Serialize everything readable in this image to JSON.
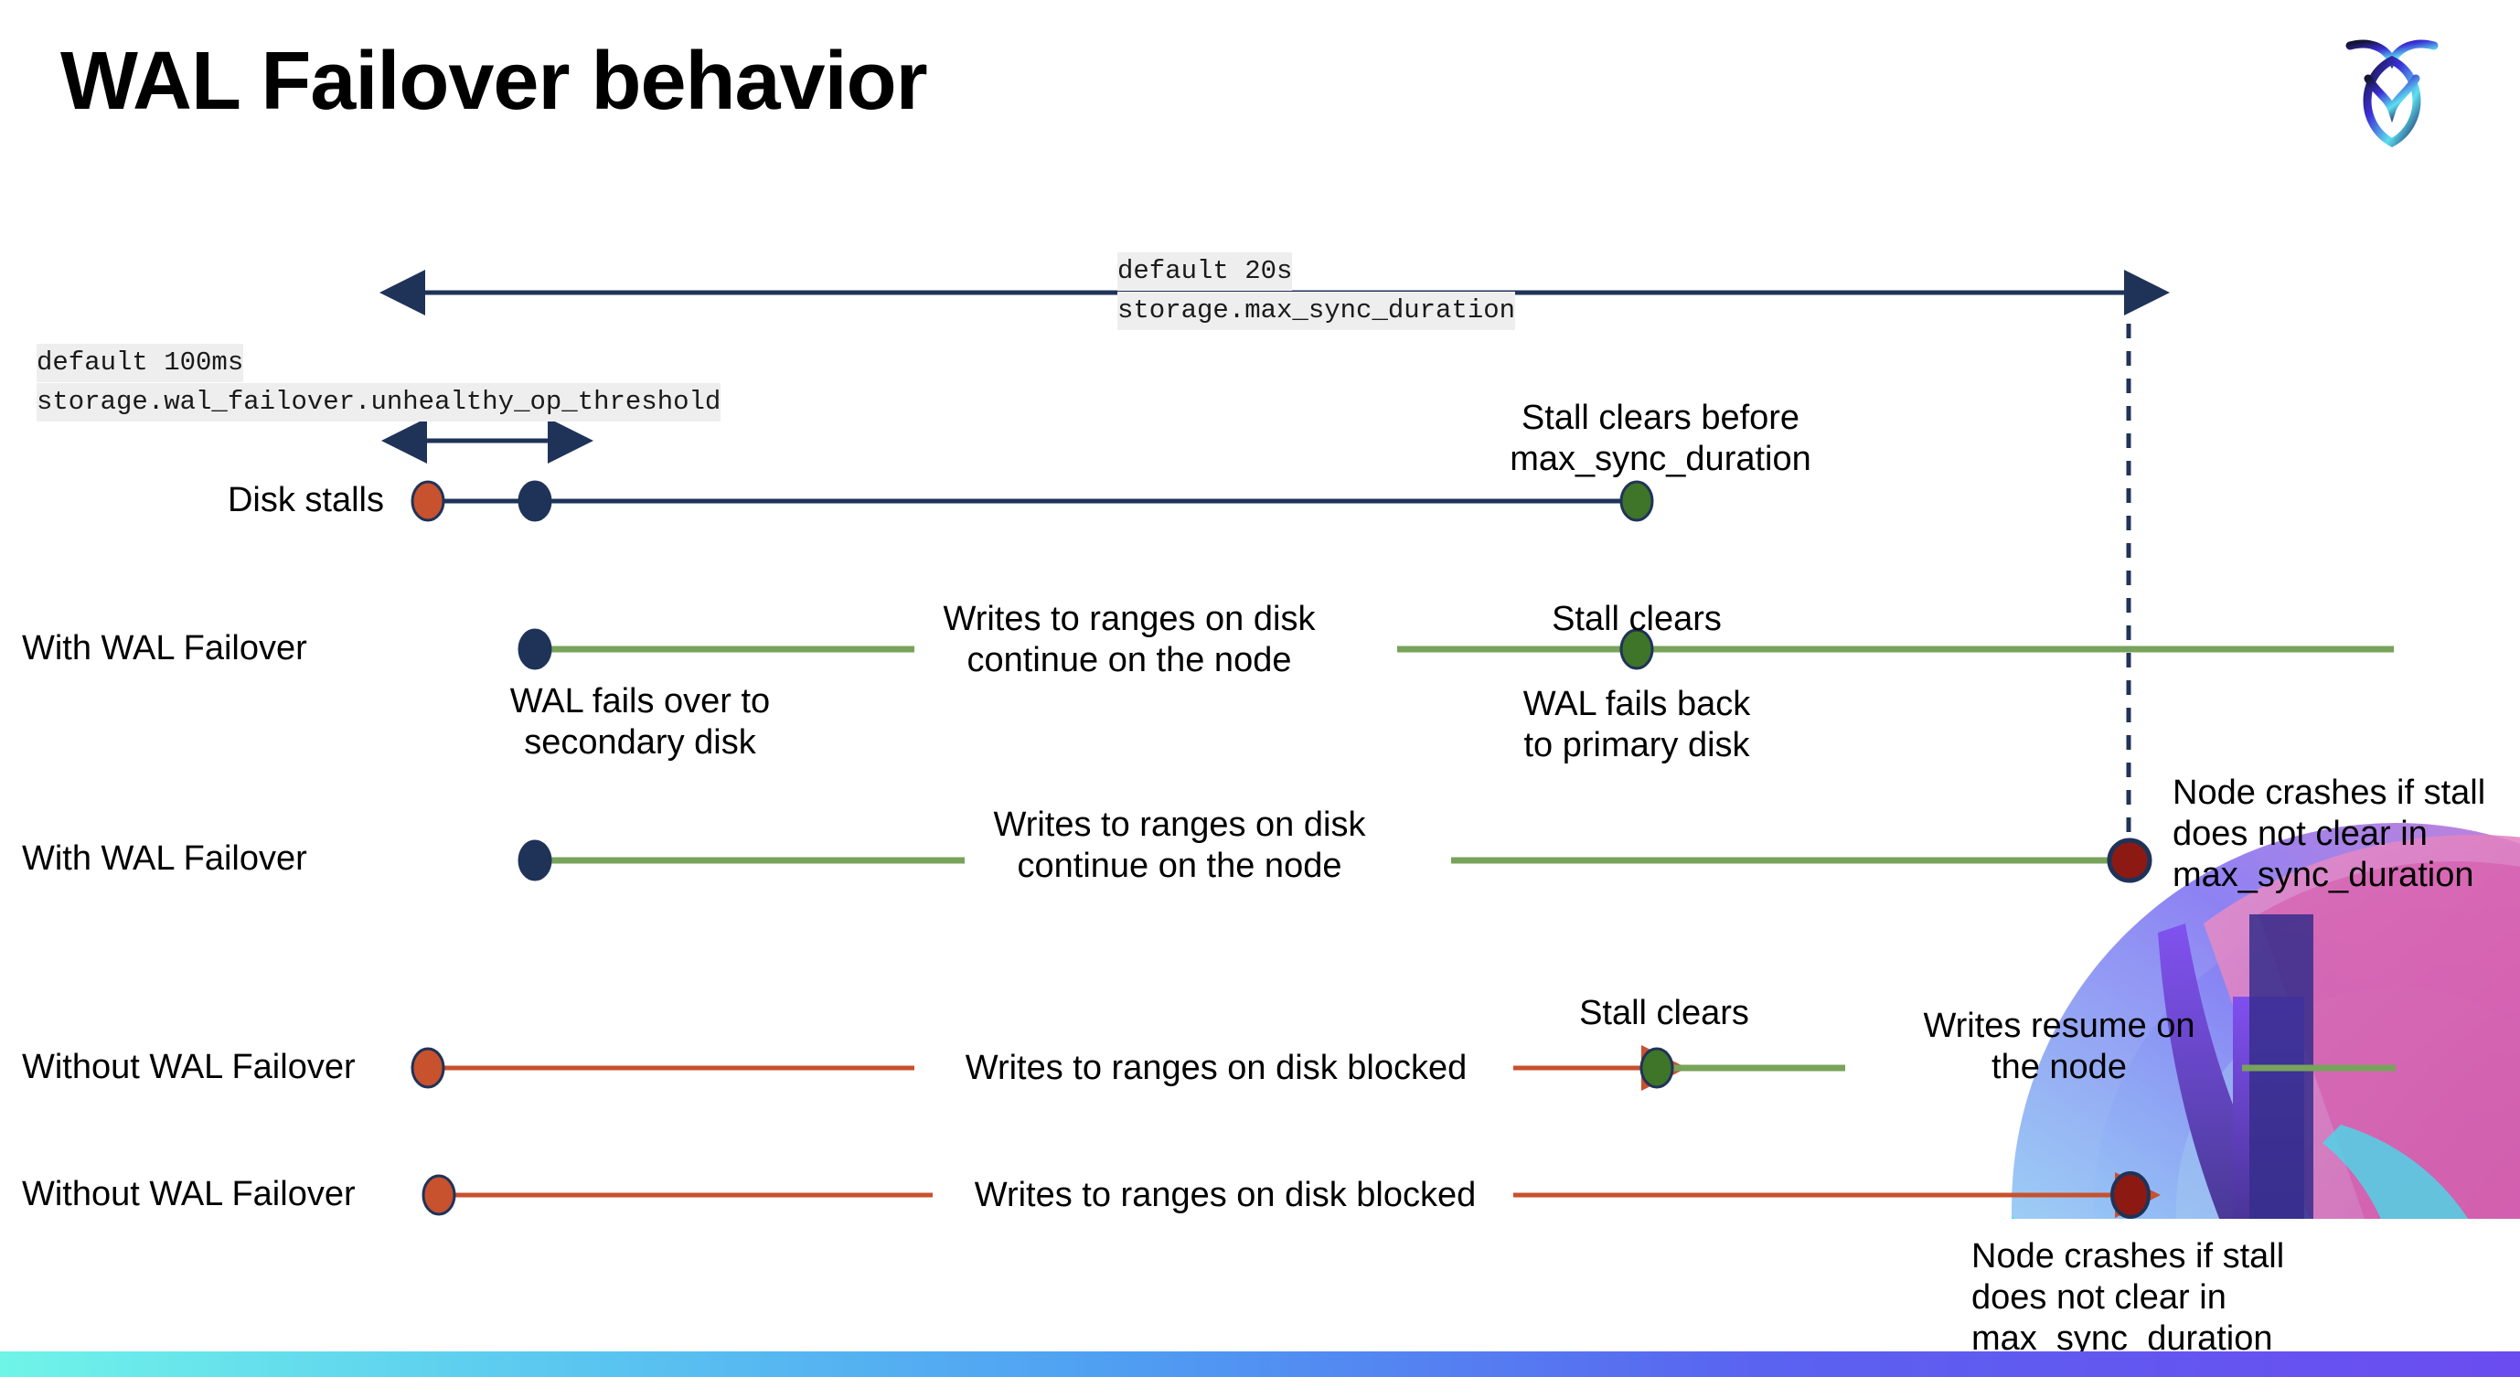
{
  "slide": {
    "title": "WAL Failover behavior",
    "logo_name": "cockroachdb-logo"
  },
  "settings": {
    "max_sync": {
      "default": "default 20s",
      "name": "storage.max_sync_duration"
    },
    "unhealthy_op": {
      "default": "default 100ms",
      "name": "storage.wal_failover.unhealthy_op_threshold"
    }
  },
  "rows": [
    {
      "label": "Disk stalls"
    },
    {
      "label": "With WAL Failover"
    },
    {
      "label": "With WAL Failover"
    },
    {
      "label": "Without WAL Failover"
    },
    {
      "label": "Without WAL Failover"
    }
  ],
  "annotations": {
    "stall_clears_before": "Stall clears before\nmax_sync_duration",
    "stall_clears_1": "Stall clears",
    "stall_clears_2": "Stall clears",
    "wal_fails_over": "WAL fails over to\nsecondary disk",
    "wal_fails_back": "WAL fails  back\nto primary disk",
    "writes_continue_1": "Writes to ranges on disk\ncontinue on the node",
    "writes_continue_2": "Writes to ranges on disk\ncontinue on the node",
    "writes_blocked_1": "Writes to ranges on disk  blocked",
    "writes_blocked_2": "Writes to ranges on disk  blocked",
    "writes_resume": "Writes resume on\nthe node",
    "node_crashes_1": "Node crashes if stall\ndoes not clear in\nmax_sync_duration",
    "node_crashes_2": "Node crashes if stall\ndoes not clear in\nmax_sync_duration"
  },
  "colors": {
    "navy": "#1f3359",
    "green_line": "#77a košík",
    "green": "#78a35a",
    "green_dot": "#3f7528",
    "orange": "#c8512e",
    "dark_red": "#8c1a13",
    "code_bg": "#eeeeee",
    "bar_start": "#6ff4e8",
    "bar_end": "#6b4cf0"
  }
}
